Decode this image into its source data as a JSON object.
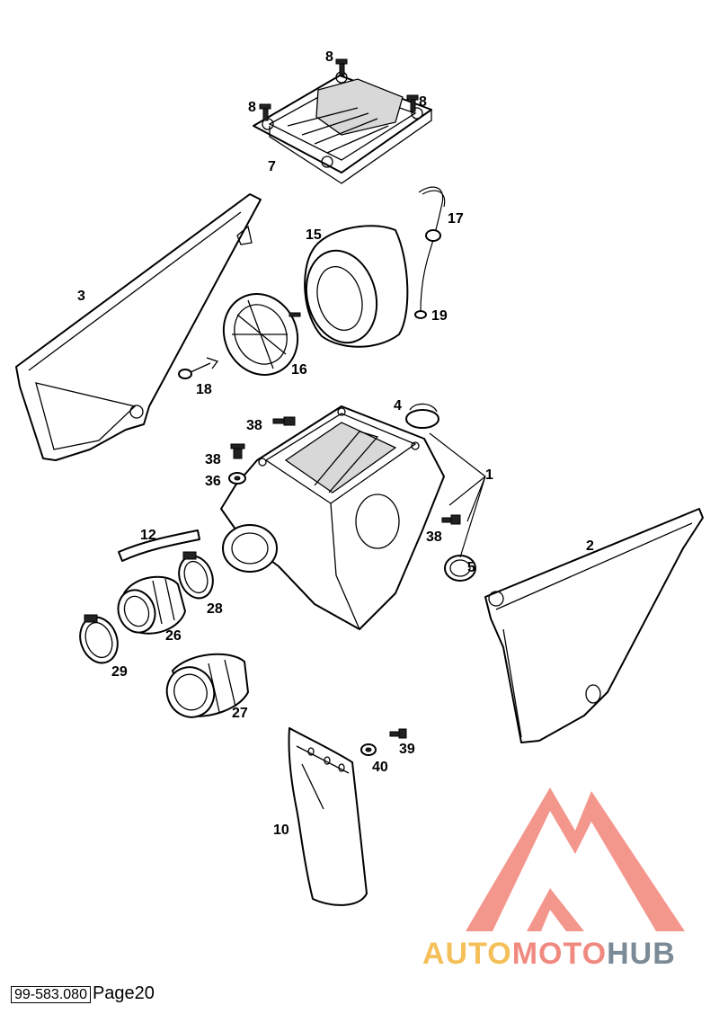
{
  "callouts": [
    {
      "id": "c1",
      "label": "1"
    },
    {
      "id": "c2",
      "label": "2"
    },
    {
      "id": "c3",
      "label": "3"
    },
    {
      "id": "c4",
      "label": "4"
    },
    {
      "id": "c5",
      "label": "5"
    },
    {
      "id": "c7",
      "label": "7"
    },
    {
      "id": "c8a",
      "label": "8"
    },
    {
      "id": "c8b",
      "label": "8"
    },
    {
      "id": "c8c",
      "label": "8"
    },
    {
      "id": "c10",
      "label": "10"
    },
    {
      "id": "c12",
      "label": "12"
    },
    {
      "id": "c15",
      "label": "15"
    },
    {
      "id": "c16",
      "label": "16"
    },
    {
      "id": "c17",
      "label": "17"
    },
    {
      "id": "c18",
      "label": "18"
    },
    {
      "id": "c19",
      "label": "19"
    },
    {
      "id": "c26",
      "label": "26"
    },
    {
      "id": "c27",
      "label": "27"
    },
    {
      "id": "c28",
      "label": "28"
    },
    {
      "id": "c29",
      "label": "29"
    },
    {
      "id": "c36",
      "label": "36"
    },
    {
      "id": "c38a",
      "label": "38"
    },
    {
      "id": "c38b",
      "label": "38"
    },
    {
      "id": "c38c",
      "label": "38"
    },
    {
      "id": "c39",
      "label": "39"
    },
    {
      "id": "c40",
      "label": "40"
    }
  ],
  "footer": {
    "code": "99-583.080",
    "page": "Page20"
  },
  "watermark": {
    "text_part1": "AUTO",
    "text_part2": "MOTO",
    "text_part3": "HUB",
    "colors": {
      "auto": "#f5c05a",
      "moto": "#f08a80",
      "hub": "#7a8a96",
      "triangle": "#f3978d"
    }
  }
}
